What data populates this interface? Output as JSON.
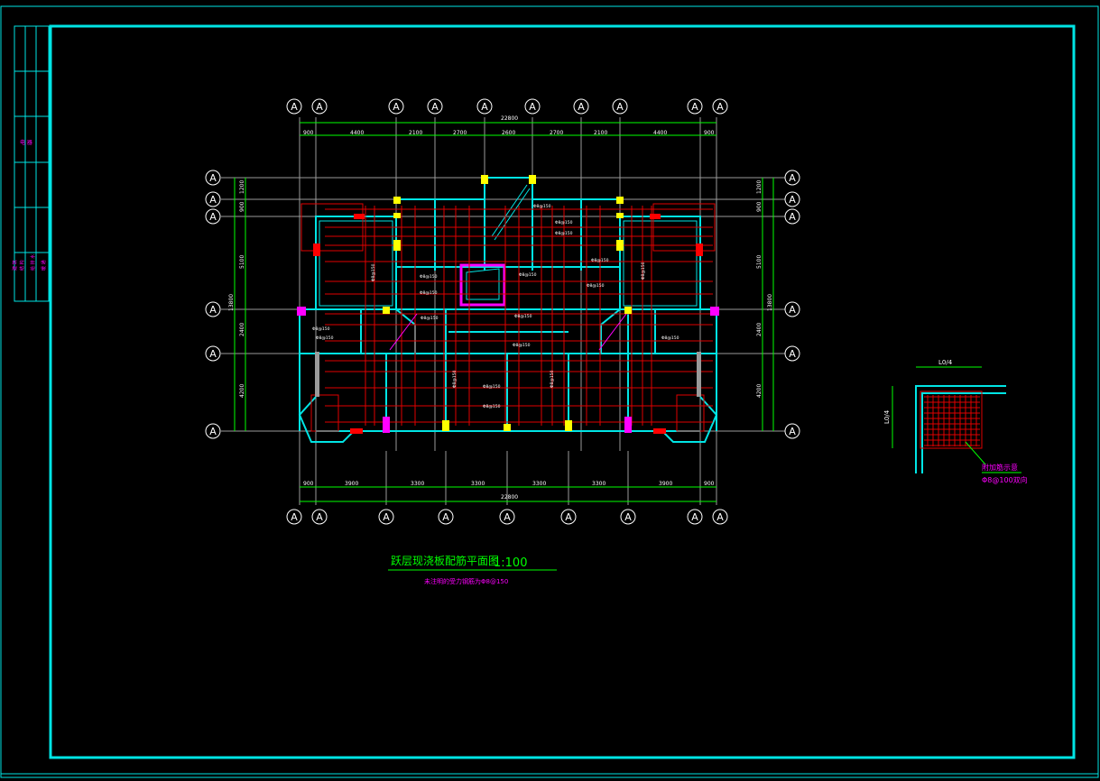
{
  "colors": {
    "frame": "#00e5e5",
    "dim": "#00ff00",
    "grid": "#aaaaaa",
    "beam": "#00e5e5",
    "rebar": "#e00000",
    "note": "#ff00ff",
    "column_yellow": "#ffff00",
    "column_red": "#ff0000",
    "column_magenta": "#ff00ff",
    "text_white": "#ffffff"
  },
  "title_block": {
    "left_cells": [
      "电 器",
      "建 筑",
      "结 构",
      "给 排 水",
      "暖 通"
    ]
  },
  "plan": {
    "title": "跃层现浇板配筋平面图",
    "scale": "1:100",
    "subtitle": "未注明的受力钢筋为Φ8@150",
    "axis_label": "A",
    "top_total": "22800",
    "top_dims": [
      "900",
      "4400",
      "2100",
      "2700",
      "2600",
      "2700",
      "2100",
      "4400",
      "900"
    ],
    "bottom_total": "22800",
    "bottom_dims": [
      "900",
      "3900",
      "3300",
      "3300",
      "3300",
      "3300",
      "3900",
      "900"
    ],
    "left_dims": [
      "1200",
      "900",
      "5100",
      "2400",
      "4200"
    ],
    "left_total": "13800",
    "right_dims": [
      "1200",
      "900",
      "5100",
      "2400",
      "4200"
    ],
    "right_total": "13800",
    "rebar_labels": [
      "Φ8@150",
      "Φ8@150",
      "Φ8@150",
      "Φ8@150",
      "Φ8@150",
      "Φ8@150",
      "Φ8@150",
      "Φ8@150",
      "Φ8@150",
      "Φ8@150",
      "Φ8@150",
      "Φ8@150",
      "Φ8@150",
      "Φ8@150",
      "Φ8@150",
      "Φ8@150",
      "Φ8@150",
      "Φ8@150",
      "Φ8@150",
      "Φ8@150"
    ]
  },
  "detail": {
    "top_label": "L0/4",
    "side_label": "L0/4",
    "note_line1": "附加筋示意",
    "note_line2": "Φ8@100双向"
  }
}
